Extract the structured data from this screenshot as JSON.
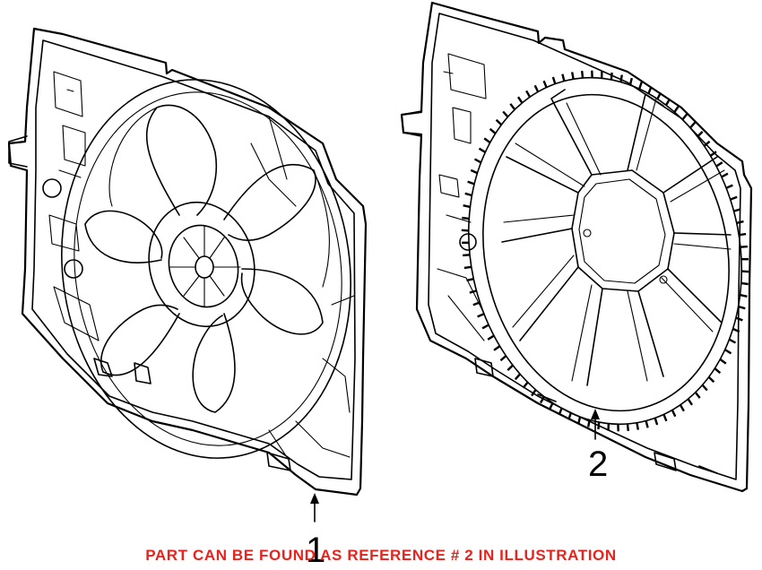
{
  "callouts": [
    {
      "id": "1",
      "label": "1"
    },
    {
      "id": "2",
      "label": "2"
    }
  ],
  "note": {
    "text": "PART CAN BE FOUND AS REFERENCE # 2 IN ILLUSTRATION",
    "color": "#e8231d"
  },
  "parts": [
    {
      "ref": "1",
      "kind": "fan-shroud-with-blade-assembly"
    },
    {
      "ref": "2",
      "kind": "fan-shroud-frame"
    }
  ]
}
